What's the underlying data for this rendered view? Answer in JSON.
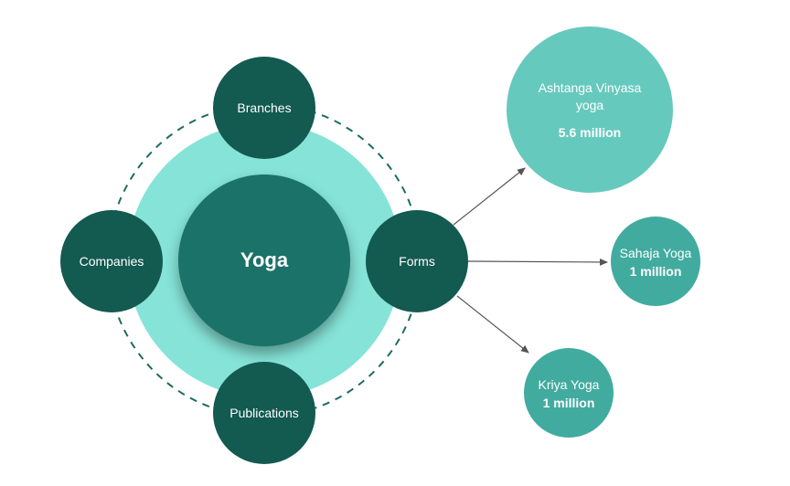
{
  "diagram": {
    "center": {
      "label": "Yoga"
    },
    "satellites": [
      {
        "id": "branches",
        "label": "Branches"
      },
      {
        "id": "companies",
        "label": "Companies"
      },
      {
        "id": "forms",
        "label": "Forms"
      },
      {
        "id": "publications",
        "label": "Publications"
      }
    ],
    "forms": [
      {
        "id": "ashtanga",
        "label": "Ashtanga Vinyasa yoga",
        "value": "5.6 million"
      },
      {
        "id": "sahaja",
        "label": "Sahaja Yoga",
        "value": "1 million"
      },
      {
        "id": "kriya",
        "label": "Kriya Yoga",
        "value": "1 million"
      }
    ]
  },
  "colors": {
    "light_ring": "#86e3d7",
    "core": "#1a7268",
    "satellite": "#135a51",
    "form_large": "#66c9bd",
    "form_small": "#42ab9f",
    "connector": "#555555",
    "dashed_orbit": "#1d6b62"
  }
}
